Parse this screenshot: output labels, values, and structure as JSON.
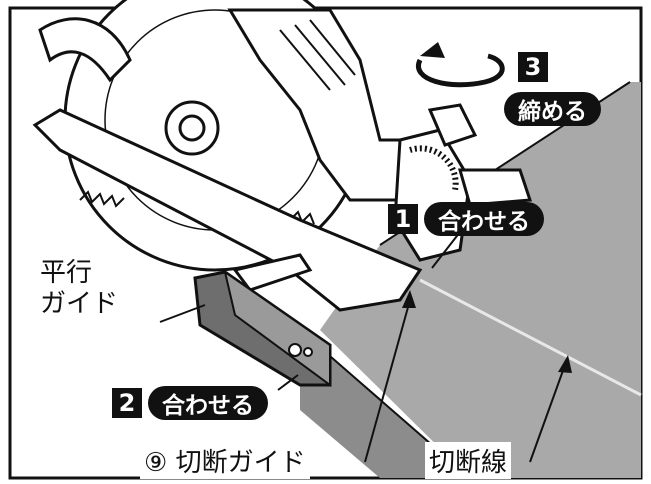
{
  "labels": {
    "parallel_guide_line1": "平行",
    "parallel_guide_line2": "ガイド",
    "cutting_guide": "⑨ 切断ガイド",
    "cut_line": "切断線"
  },
  "steps": [
    {
      "number": "1",
      "text": "合わせる"
    },
    {
      "number": "2",
      "text": "合わせる"
    },
    {
      "number": "3",
      "text": "締める"
    }
  ],
  "colors": {
    "ink": "#111111",
    "board": "#a9a9a9",
    "board_edge": "#8c8c8c",
    "background": "#ffffff"
  },
  "icons": {
    "rotation": "clockwise-rotation-arrow-icon"
  }
}
